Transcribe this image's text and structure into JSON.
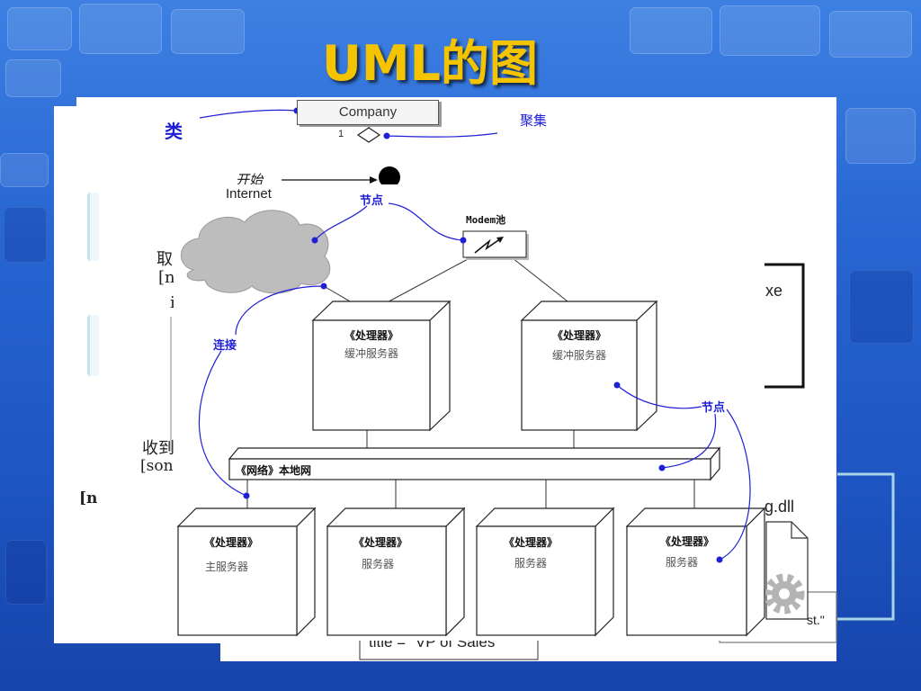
{
  "slide": {
    "title": "UML的图"
  },
  "colors": {
    "title": "#F5C400",
    "annotation": "#1F1FD6",
    "background": "#2765D2",
    "cloud": "#BDBDBD"
  },
  "annotations": {
    "class_label": "类",
    "aggregation_label": "聚集",
    "node_label_top": "节点",
    "connection_label": "连接",
    "node_label_right": "节点"
  },
  "class_diagram": {
    "class_name": "Company",
    "multiplicity": "1"
  },
  "activity": {
    "start_label": "开始"
  },
  "deployment": {
    "cloud_label": "Internet",
    "modem_pool_label": "Modem池",
    "upper_nodes": [
      {
        "stereotype": "《处理器》",
        "name": "缓冲服务器"
      },
      {
        "stereotype": "《处理器》",
        "name": "缓冲服务器"
      }
    ],
    "network_label": "《网络》本地网",
    "lower_nodes": [
      {
        "stereotype": "《处理器》",
        "name": "主服务器"
      },
      {
        "stereotype": "《处理器》",
        "name": "服务器"
      },
      {
        "stereotype": "《处理器》",
        "name": "服务器"
      },
      {
        "stereotype": "《处理器》",
        "name": "服务器"
      }
    ]
  },
  "fragments": {
    "left_column": [
      "取",
      "[n",
      "i",
      "收到",
      "[son",
      "[n"
    ],
    "exe": "xe",
    "dll": "g.dll",
    "quote": "st.\"",
    "attribute": "title = \"VP of Sales"
  },
  "icons": [
    "cloud-icon",
    "modem-lightning-icon",
    "start-node-icon",
    "document-icon",
    "gear-icon",
    "aggregation-diamond-icon"
  ]
}
